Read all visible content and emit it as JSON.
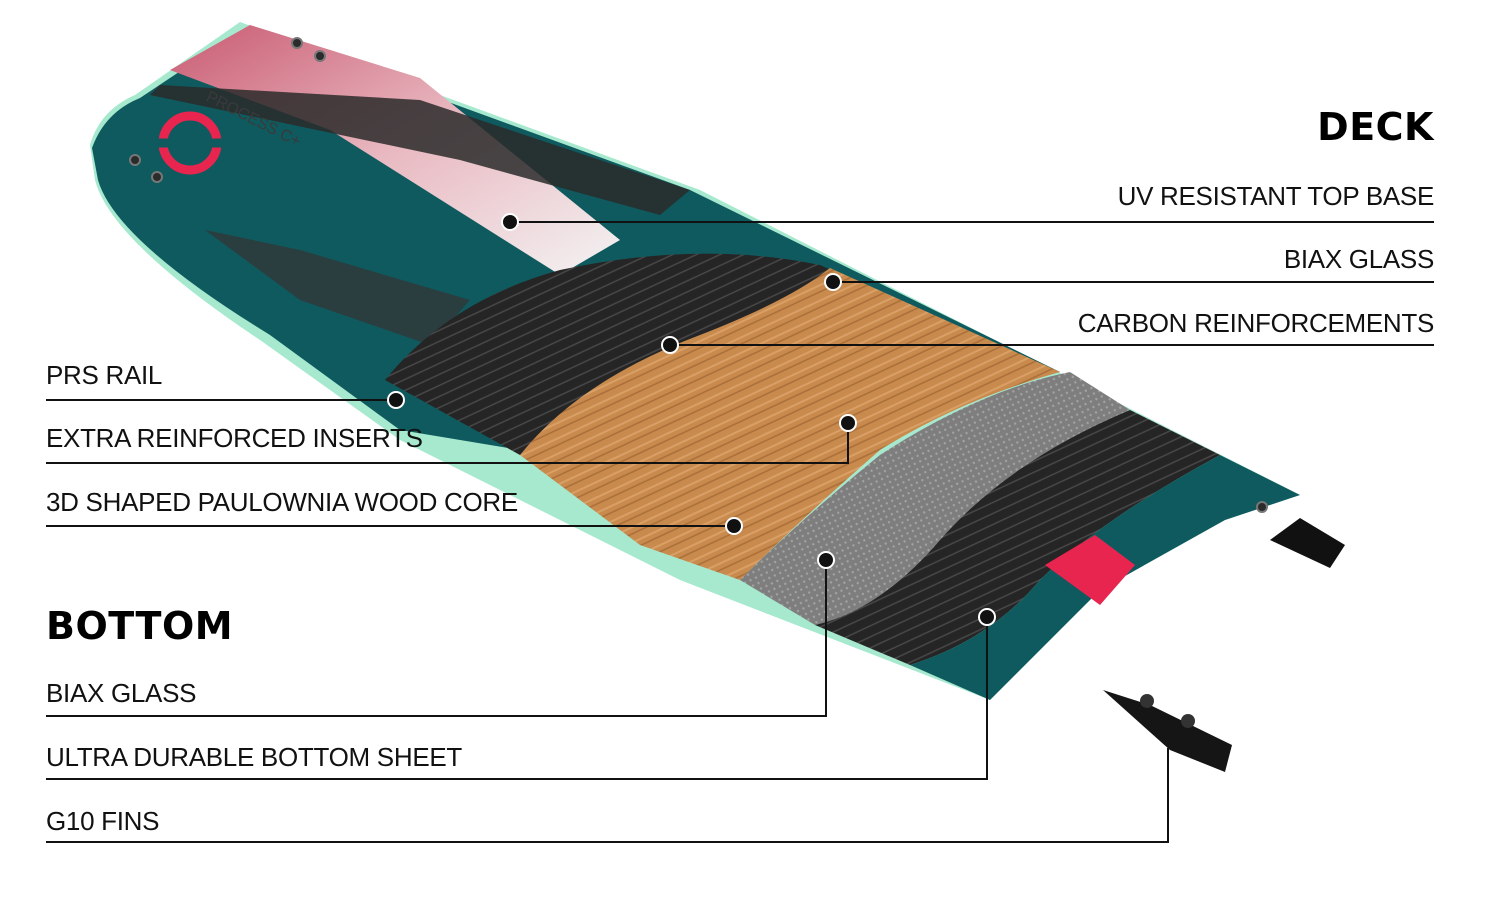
{
  "deck": {
    "heading": "DECK",
    "labels": [
      "UV RESISTANT TOP BASE",
      "BIAX GLASS",
      "CARBON REINFORCEMENTS"
    ]
  },
  "core": {
    "labels": [
      "PRS RAIL",
      "EXTRA REINFORCED INSERTS",
      "3D SHAPED PAULOWNIA WOOD CORE"
    ]
  },
  "bottom": {
    "heading": "BOTTOM",
    "labels": [
      "BIAX GLASS",
      "ULTRA DURABLE BOTTOM SHEET",
      "G10 FINS"
    ]
  },
  "board": {
    "model_text": "PROCESS C+",
    "colors": {
      "teal": "#0f5a5e",
      "pink": "#d6677e",
      "mint": "#a6e9cf",
      "carbon": "#262626",
      "wood": "#c98a4e",
      "gray_glass": "#8a8a8a",
      "logo_red": "#e8254f"
    }
  }
}
